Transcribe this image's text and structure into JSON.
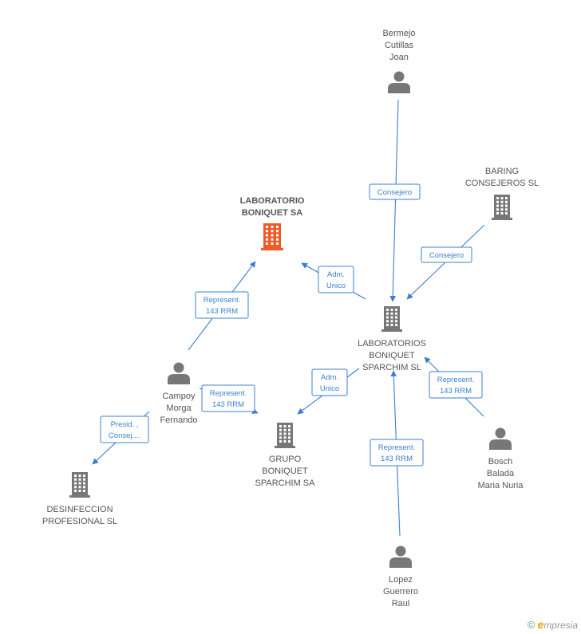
{
  "colors": {
    "edge": "#3b7fd0",
    "node": "#777777",
    "main_node": "#f05a28",
    "label": "#555555"
  },
  "nodes": [
    {
      "id": "bermejo",
      "type": "person",
      "lines": [
        "Bermejo",
        "Cutillas",
        "Joan"
      ]
    },
    {
      "id": "baring",
      "type": "company",
      "lines": [
        "BARING",
        "CONSEJEROS SL"
      ]
    },
    {
      "id": "laboratorio",
      "type": "company",
      "main": true,
      "lines": [
        "LABORATORIO",
        "BONIQUET SA"
      ]
    },
    {
      "id": "labsparchim",
      "type": "company",
      "lines": [
        "LABORATORIOS",
        "BONIQUET",
        "SPARCHIM SL"
      ]
    },
    {
      "id": "campoy",
      "type": "person",
      "lines": [
        "Campoy",
        "Morga",
        "Fernando"
      ]
    },
    {
      "id": "grupo",
      "type": "company",
      "lines": [
        "GRUPO",
        "BONIQUET",
        "SPARCHIM SA"
      ]
    },
    {
      "id": "bosch",
      "type": "person",
      "lines": [
        "Bosch",
        "Balada",
        "Maria Nuria"
      ]
    },
    {
      "id": "desinfeccion",
      "type": "company",
      "lines": [
        "DESINFECCION",
        "PROFESIONAL SL"
      ]
    },
    {
      "id": "lopez",
      "type": "person",
      "lines": [
        "Lopez",
        "Guerrero",
        "Raul"
      ]
    }
  ],
  "edges": [
    {
      "id": "e1",
      "from": "bermejo",
      "to": "labsparchim",
      "lines": [
        "Consejero"
      ]
    },
    {
      "id": "e2",
      "from": "baring",
      "to": "labsparchim",
      "lines": [
        "Consejero"
      ]
    },
    {
      "id": "e3",
      "from": "labsparchim",
      "to": "laboratorio",
      "lines": [
        "Adm.",
        "Unico"
      ]
    },
    {
      "id": "e4",
      "from": "campoy",
      "to": "laboratorio",
      "lines": [
        "Represent.",
        "143 RRM"
      ]
    },
    {
      "id": "e5",
      "from": "campoy",
      "to": "grupo",
      "lines": [
        "Represent.",
        "143 RRM"
      ]
    },
    {
      "id": "e6",
      "from": "labsparchim",
      "to": "grupo",
      "lines": [
        "Adm.",
        "Unico"
      ]
    },
    {
      "id": "e7",
      "from": "bosch",
      "to": "labsparchim",
      "lines": [
        "Represent.",
        "143 RRM"
      ]
    },
    {
      "id": "e8",
      "from": "lopez",
      "to": "labsparchim",
      "lines": [
        "Represent.",
        "143 RRM"
      ]
    },
    {
      "id": "e9",
      "from": "campoy",
      "to": "desinfeccion",
      "lines": [
        "Presid. ,",
        "Consej...."
      ]
    }
  ],
  "footer": {
    "copyright_symbol": "©",
    "brand_initial": "e",
    "brand_rest": "mpresia"
  }
}
